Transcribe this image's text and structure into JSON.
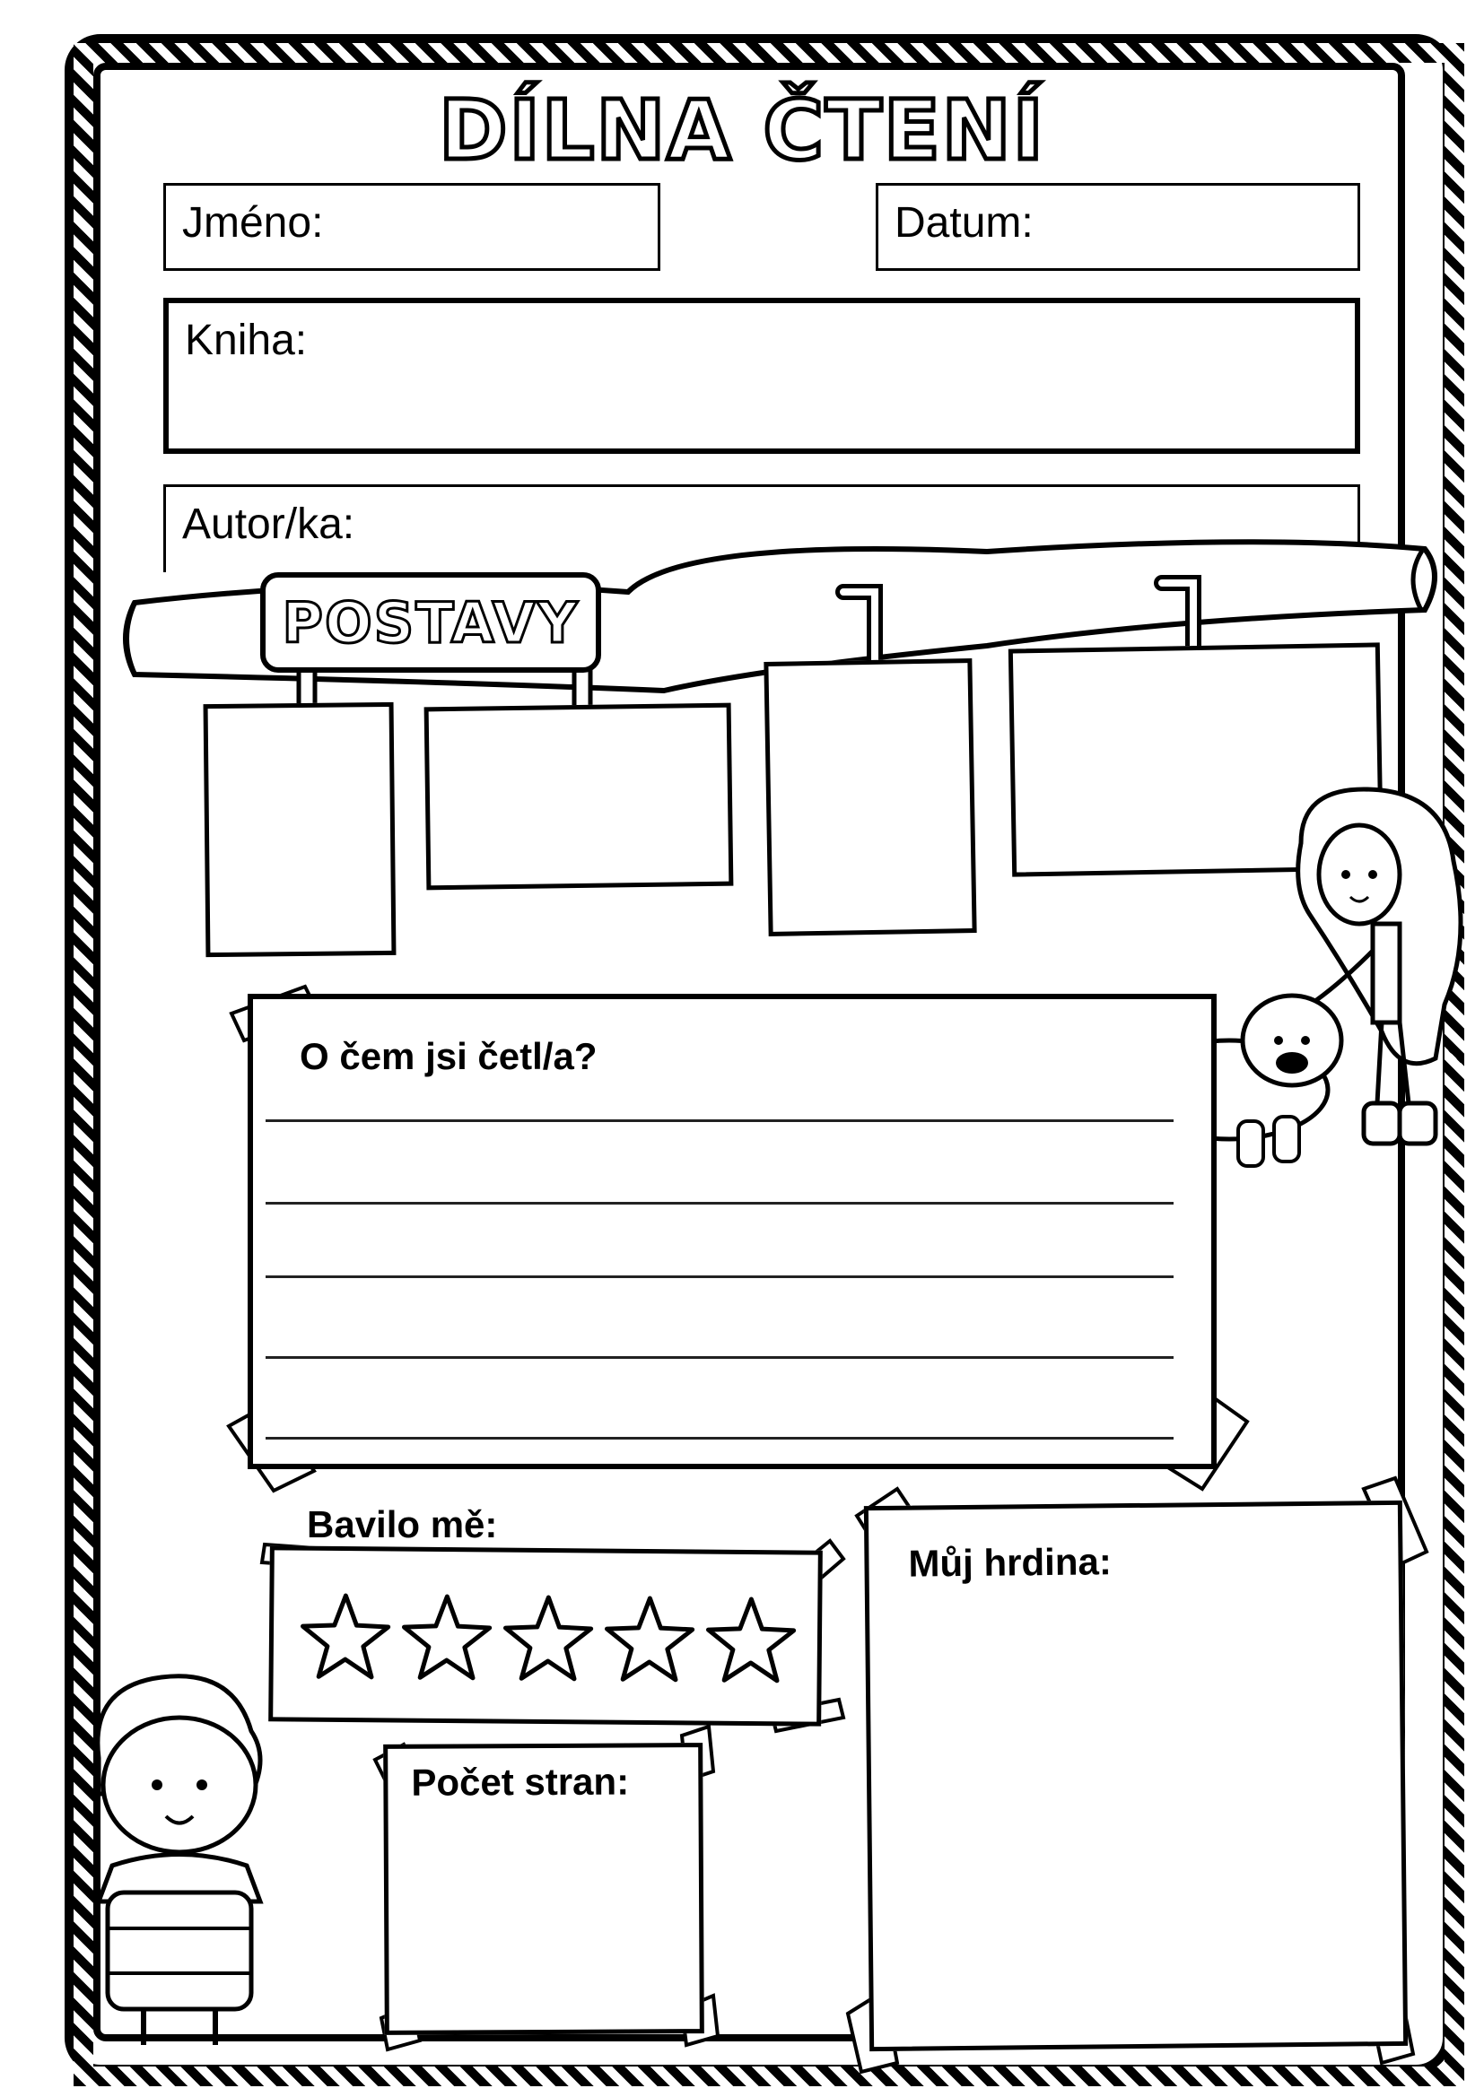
{
  "title": "DÍLNA ČTENÍ",
  "fields": {
    "name_label": "Jméno:",
    "date_label": "Datum:",
    "book_label": "Kniha:",
    "author_label": "Autor/ka:"
  },
  "characters": {
    "sign_label": "POSTAVY"
  },
  "summary": {
    "prompt": "O čem jsi četl/a?"
  },
  "rating": {
    "label": "Bavilo mě:",
    "max_stars": 5
  },
  "pages": {
    "label": "Počet stran:"
  },
  "hero": {
    "label": "Můj hrdina:"
  },
  "icons": [
    "star-icon",
    "girl-illustration",
    "dog-illustration",
    "boy-illustration",
    "tape-icon",
    "hook-icon"
  ]
}
